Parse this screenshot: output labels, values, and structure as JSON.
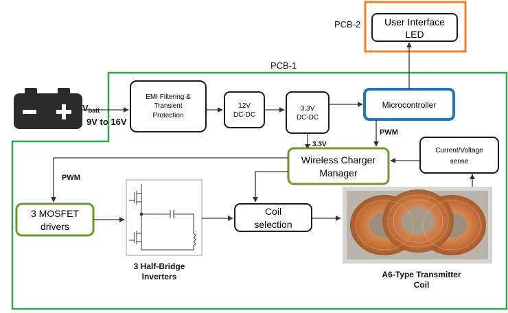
{
  "labels": {
    "pcb2": "PCB-2",
    "pcb1": "PCB-1",
    "vbatt_main": "V",
    "vbatt_sub": "batt",
    "voltage_range": "9V to 16V",
    "pwm_top": "PWM",
    "pwm_left": "PWM",
    "v33_label": "3.3V",
    "half_bridge_line1": "3 Half-Bridge",
    "half_bridge_line2": "Inverters",
    "coil_caption_line1": "A6-Type Transmitter",
    "coil_caption_line2": "Coil"
  },
  "blocks": {
    "user_interface": {
      "line1": "User Interface",
      "line2": "LED"
    },
    "emi": {
      "line1": "EMI Filtering &",
      "line2": "Transient",
      "line3": "Protection"
    },
    "dcdc12": {
      "line1": "12V",
      "line2": "DC-DC"
    },
    "dcdc33": {
      "line1": "3.3V",
      "line2": "DC-DC"
    },
    "microcontroller": {
      "line1": "Microcontroller"
    },
    "wireless_manager": {
      "line1": "Wireless Charger",
      "line2": "Manager"
    },
    "current_sense": {
      "line1": "Current/Voltage",
      "line2": "sense"
    },
    "mosfet_drivers": {
      "line1": "3 MOSFET",
      "line2": "drivers"
    },
    "coil_selection": {
      "line1": "Coil",
      "line2": "selection"
    }
  },
  "colors": {
    "pcb1_border": "#2ea84a",
    "pcb2_border": "#f07f22",
    "micro_border": "#1f77c4",
    "green_block": "#6a9a2a",
    "block_border": "#1a1a1a",
    "battery": "#2b2b2b",
    "coil_copper": "#c8703a"
  }
}
